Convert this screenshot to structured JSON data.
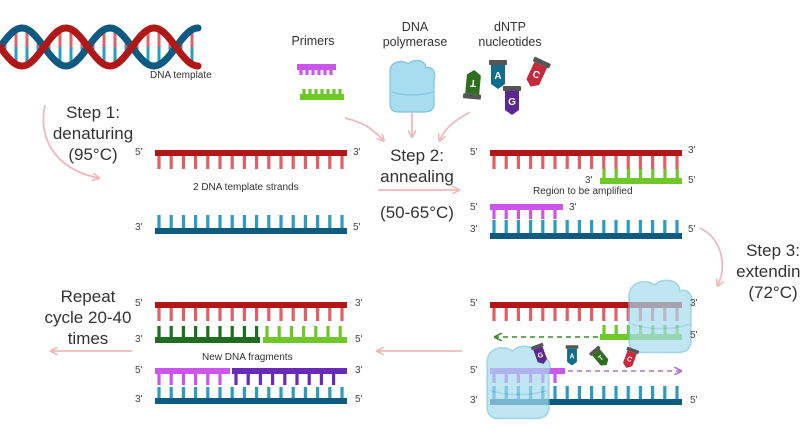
{
  "diagram": {
    "title": "Polymerase chain reaction (PCR) process",
    "inputs": {
      "dna_template_label": "DNA template",
      "primers_label": "Primers",
      "polymerase_label": [
        "DNA",
        "polymerase"
      ],
      "dntp_label": [
        "dNTP",
        "nucleotides"
      ],
      "nucleotides": [
        "A",
        "C",
        "G",
        "T"
      ]
    },
    "steps": [
      {
        "id": "step1",
        "lines": [
          "Step 1:",
          "denaturing",
          "(95°C)"
        ]
      },
      {
        "id": "step2",
        "lines": [
          "Step 2:",
          "annealing"
        ],
        "temp": "(50-65°C)"
      },
      {
        "id": "step3",
        "lines": [
          "Step 3:",
          "extending",
          "(72°C)"
        ]
      },
      {
        "id": "repeat",
        "lines": [
          "Repeat",
          "cycle 20-40",
          "times"
        ]
      }
    ],
    "panels": {
      "denatured": {
        "caption": "2 DNA template strands"
      },
      "annealed": {
        "caption": "Region to be amplified"
      },
      "new_fragments": {
        "caption": "New DNA fragments"
      }
    },
    "ends": {
      "five": "5'",
      "three": "3'"
    },
    "colors": {
      "template_top": "#b01818",
      "template_top_teeth": "#e06068",
      "template_bottom": "#0e5a80",
      "template_bottom_teeth": "#2a9cc0",
      "primer_forward": "#6ec828",
      "primer_reverse": "#cc55ee",
      "new_strand_green": "#1f6e1f",
      "new_strand_purple": "#6a2ab8",
      "polymerase": "#a8dcee",
      "arrow": "#f0b8b8",
      "nuc_A": "#0d6e8c",
      "nuc_C": "#c8283c",
      "nuc_G": "#5a2890",
      "nuc_T": "#2e6e1e"
    }
  }
}
